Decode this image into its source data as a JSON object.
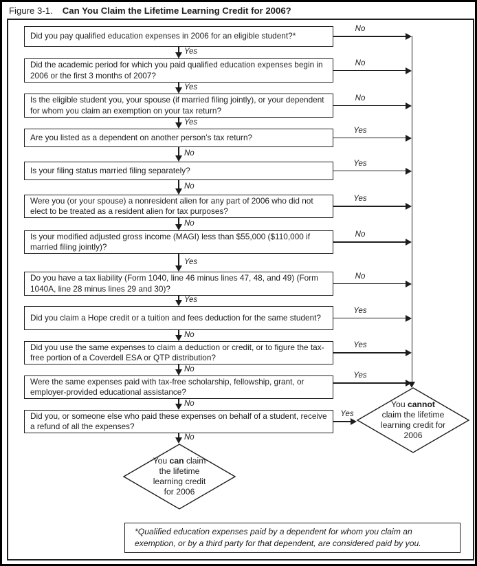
{
  "colors": {
    "ink": "#1d1d1d",
    "paper": "#ffffff"
  },
  "figure": {
    "label": "Figure 3-1.",
    "title": "Can You Claim the Lifetime Learning Credit for 2006?"
  },
  "flowchart": {
    "questions": [
      {
        "text": "Did you pay qualified education expenses in 2006 for an eligible student?*",
        "side": "No",
        "down": "Yes"
      },
      {
        "text": "Did the academic period for which you paid qualified education expenses begin in 2006 or the first 3 months of 2007?",
        "side": "No",
        "down": "Yes"
      },
      {
        "text": "Is the eligible student you, your spouse (if married filing jointly), or your dependent for whom you claim an exemption on your tax return?",
        "side": "No",
        "down": "Yes"
      },
      {
        "text": "Are you listed as a dependent on another person’s tax return?",
        "side": "Yes",
        "down": "No"
      },
      {
        "text": "Is your filing status married filing separately?",
        "side": "Yes",
        "down": "No"
      },
      {
        "text": "Were you (or your spouse) a nonresident alien for any part of 2006 who did not elect to be treated as a resident alien for tax purposes?",
        "side": "Yes",
        "down": "No"
      },
      {
        "text": "Is your modified adjusted gross income (MAGI) less than $55,000 ($110,000 if married filing jointly)?",
        "side": "No",
        "down": "Yes"
      },
      {
        "text": "Do you have a tax liability (Form 1040, line 46 minus lines 47, 48, and 49) (Form 1040A, line 28 minus lines 29 and 30)?",
        "side": "No",
        "down": "Yes"
      },
      {
        "text": "Did you claim a Hope credit or a tuition and fees deduction for the same student?",
        "side": "Yes",
        "down": "No"
      },
      {
        "text": "Did you use the same expenses to claim a deduction or credit, or to figure the tax-free portion of a Coverdell ESA or QTP distribution?",
        "side": "Yes",
        "down": "No"
      },
      {
        "text": "Were the same expenses paid with tax-free scholarship, fellowship, grant, or employer-provided educational assistance?",
        "side": "Yes",
        "down": "No"
      },
      {
        "text": "Did you, or someone else who paid these expenses on behalf of a student, receive a refund of all the expenses?",
        "side": "Yes",
        "down": "No"
      }
    ],
    "outcomes": {
      "can": {
        "lines": [
          [
            {
              "t": "You "
            },
            {
              "t": "can",
              "b": true
            },
            {
              "t": " claim"
            }
          ],
          [
            {
              "t": "the lifetime"
            }
          ],
          [
            {
              "t": "learning credit"
            }
          ],
          [
            {
              "t": "for 2006"
            }
          ]
        ]
      },
      "cannot": {
        "lines": [
          [
            {
              "t": "You "
            },
            {
              "t": "cannot",
              "b": true
            }
          ],
          [
            {
              "t": "claim the lifetime"
            }
          ],
          [
            {
              "t": "learning credit for"
            }
          ],
          [
            {
              "t": "2006"
            }
          ]
        ]
      }
    }
  },
  "footnote": {
    "text": "*Qualified education expenses paid by a dependent for whom you claim an exemption, or by a third party for that dependent, are considered paid by you."
  }
}
